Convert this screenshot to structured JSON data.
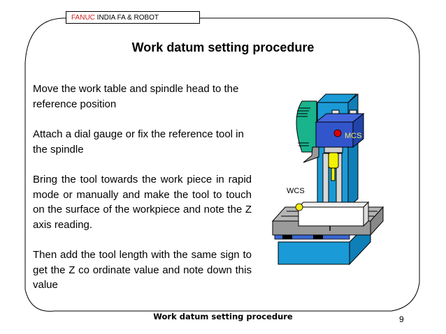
{
  "header": {
    "brand": "FANUC",
    "rest": " INDIA  FA & ROBOT",
    "brand_color": "#cc2222"
  },
  "slide": {
    "title": "Work datum setting procedure",
    "paragraphs": [
      "Move the work table and spindle head to the reference position",
      "Attach a dial gauge or fix the reference tool in the spindle",
      "Bring the tool towards the work piece in rapid mode or manually and make the tool to touch on the surface of the workpiece and note the Z axis reading.",
      "Then add the tool length with the same sign to get the Z co ordinate value and note down this value"
    ]
  },
  "illustration": {
    "labels": {
      "mcs": "MCS",
      "wcs": "WCS"
    },
    "colors": {
      "column": "#1a9ad6",
      "column_dark": "#0f7fb8",
      "head": "#3355cc",
      "motor": "#19b38c",
      "table": "#9a9a9a",
      "table_top": "#b5b5b5",
      "tool": "#f2f200",
      "mcs_dot": "#e00000",
      "wcs_dot": "#f5ee10",
      "label_mcs": "#f0f060"
    }
  },
  "footer": {
    "title": "Work datum setting procedure",
    "page": "9"
  }
}
